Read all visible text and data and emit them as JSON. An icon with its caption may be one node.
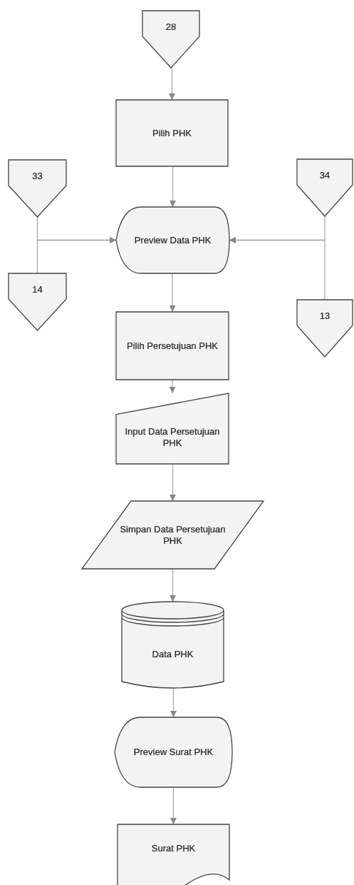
{
  "diagram": {
    "nodes": [
      {
        "text": [
          "28"
        ]
      },
      {
        "text": [
          "Pilih PHK"
        ]
      },
      {
        "text": [
          "33"
        ]
      },
      {
        "text": [
          "34"
        ]
      },
      {
        "text": [
          "Preview Data PHK"
        ]
      },
      {
        "text": [
          "14"
        ]
      },
      {
        "text": [
          "13"
        ]
      },
      {
        "text": [
          "Pilih Persetujuan PHK"
        ]
      },
      {
        "text": [
          "Input Data Persetujuan PHK"
        ]
      },
      {
        "text": [
          "Simpan Data Persetujuan PHK"
        ]
      },
      {
        "text": [
          "Data PHK"
        ]
      },
      {
        "text": [
          "Preview Surat PHK"
        ]
      },
      {
        "text": [
          "Surat PHK"
        ]
      }
    ],
    "edges": [
      {
        "from": 0,
        "to": 1,
        "arrow": "to"
      },
      {
        "from": 1,
        "to": 4,
        "arrow": "to"
      },
      {
        "from": 2,
        "to": 4,
        "arrow": "to"
      },
      {
        "from": 5,
        "to": 4,
        "arrow": "to"
      },
      {
        "from": 3,
        "to": 4,
        "arrow": "to"
      },
      {
        "from": 6,
        "to": 4,
        "arrow": "to"
      },
      {
        "from": 4,
        "to": 7,
        "arrow": "to"
      },
      {
        "from": 7,
        "to": 8,
        "arrow": "to"
      },
      {
        "from": 8,
        "to": 9,
        "arrow": "to"
      },
      {
        "from": 9,
        "to": 10,
        "arrow": "to"
      },
      {
        "from": 10,
        "to": 11,
        "arrow": "to"
      },
      {
        "from": 11,
        "to": 12,
        "arrow": "to"
      }
    ]
  }
}
